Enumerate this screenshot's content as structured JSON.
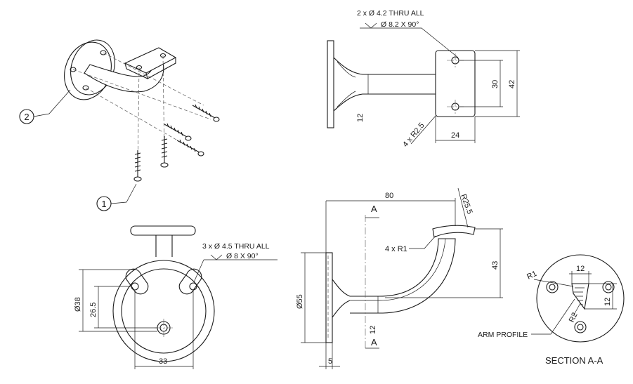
{
  "iso": {
    "balloon1": "1",
    "balloon2": "2"
  },
  "side_view": {
    "note_line1": "2 x Ø 4.2 THRU ALL",
    "note_line2": "Ø 8.2 X 90°",
    "dim_12": "12",
    "dim_30": "30",
    "dim_42": "42",
    "dim_24": "24",
    "dim_r25": "4 x R2.5"
  },
  "front_view": {
    "note_line1": "3 x Ø 4.5 THRU ALL",
    "note_line2": "Ø 8 X 90°",
    "dim_38": "Ø38",
    "dim_26_5": "26.5",
    "dim_33": "33"
  },
  "elevation": {
    "dim_80": "80",
    "dim_r25_5": "R25.5",
    "dim_43": "43",
    "dim_55": "Ø55",
    "dim_12": "12",
    "dim_5": "5",
    "label_4xr1": "4 x R1",
    "section_a_top": "A",
    "section_a_bottom": "A"
  },
  "section": {
    "dim_12_top": "12",
    "dim_12_right": "12",
    "r1": "R1",
    "r2": "R2",
    "arm_profile": "ARM PROFILE",
    "title": "SECTION A-A"
  }
}
